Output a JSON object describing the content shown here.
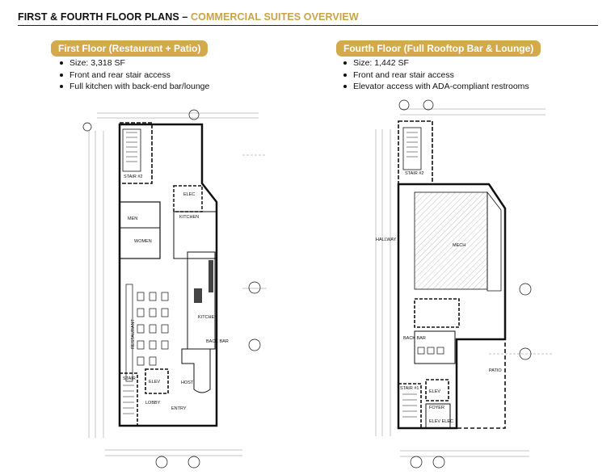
{
  "header": {
    "title_main": "FIRST & FOURTH FLOOR PLANS – ",
    "title_accent": "COMMERCIAL SUITES OVERVIEW",
    "accent_color": "#c9a447"
  },
  "first_floor": {
    "badge": "First Floor (Restaurant + Patio)",
    "bullets": [
      "Size: 3,318 SF",
      "Front and rear stair access",
      "Full kitchen with back-end bar/lounge"
    ],
    "plan_labels": {
      "stair": "STAIR #2",
      "elec": "ELEC",
      "men": "MEN",
      "women": "WOMEN",
      "kitchen": "KITCHEN",
      "restaurant": "RESTAURANT",
      "back_bar": "BACK BAR",
      "stair1": "STAIR",
      "elev": "ELEV",
      "host": "HOST",
      "entry": "ENTRY",
      "lobby": "LOBBY"
    }
  },
  "fourth_floor": {
    "badge": "Fourth Floor (Full Rooftop Bar & Lounge)",
    "bullets": [
      "Size: 1,442 SF",
      "Front and rear stair access",
      "Elevator access with ADA-compliant restrooms"
    ],
    "plan_labels": {
      "stair": "STAIR #2",
      "hallway": "HALLWAY",
      "mech": "MECH",
      "back_bar": "BACK BAR",
      "patio": "PATIO",
      "stair1": "STAIR #1",
      "elev": "ELEV",
      "foyer": "FOYER",
      "elev_elec": "ELEV ELEC"
    }
  },
  "colors": {
    "badge": "#d2a94b",
    "ink": "#111111"
  }
}
